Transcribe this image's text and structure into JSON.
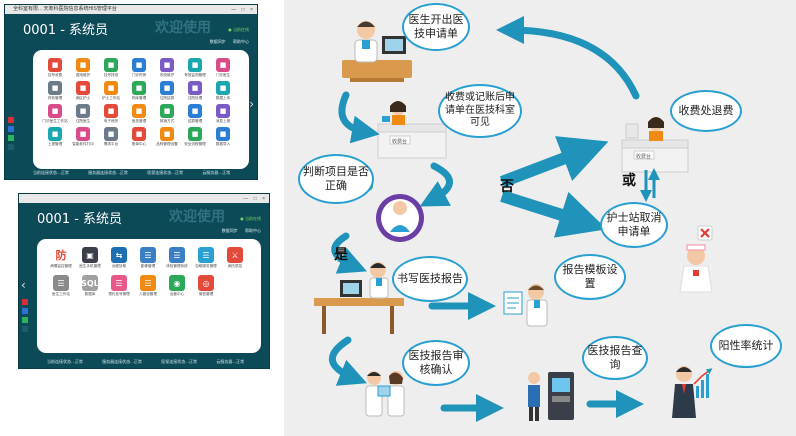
{
  "window1": {
    "titlebar": "全科室有限... 天筹科医院信息系统HIS管理平台",
    "title": "0001 - 系统员",
    "welcome": "欢迎使用",
    "online": "当前在线",
    "tool_a": "数据同步",
    "tool_b": "帮助中心",
    "apps": [
      "挂号收费",
      "费用维护",
      "挂号排班",
      "门诊药房",
      "系统维护",
      "有效监测管理",
      "门诊医生",
      "药效管理",
      "病区护士",
      "护士工作站",
      "药库管理",
      "住院结算",
      "住院处理",
      "数据上传",
      "门诊医生工作站",
      "住院医生",
      "电子病历",
      "医技管理",
      "核销方式",
      "结算管理",
      "消息上报",
      "上报管理",
      "智能软件打印",
      "需求平台",
      "账单中心",
      "品种管理设置",
      "安全流程管理",
      "数据导入"
    ],
    "status": [
      "当前连接状态...正常",
      "服务器连接状态...正常",
      "医保连接状态...正常",
      "云服务器...正常"
    ]
  },
  "window2": {
    "title": "0001 - 系统员",
    "welcome": "欢迎使用",
    "online": "当前在线",
    "tool_a": "数据同步",
    "tool_b": "帮助中心",
    "apps": [
      {
        "glyph": "防",
        "label": "病情监控管理"
      },
      {
        "glyph": "▣",
        "label": "医生手机管理"
      },
      {
        "glyph": "⇆",
        "label": "远程协助"
      },
      {
        "glyph": "☰",
        "label": "影像管理"
      },
      {
        "glyph": "☰",
        "label": "体检管理系统"
      },
      {
        "glyph": "☰",
        "label": "自助服务管理"
      },
      {
        "glyph": "⚔",
        "label": "病历质控"
      },
      {
        "glyph": "☰",
        "label": "医生工作站"
      },
      {
        "glyph": "SQL",
        "label": "数据库"
      },
      {
        "glyph": "☰",
        "label": "预约挂号管理"
      },
      {
        "glyph": "☰",
        "label": "入路径管理"
      },
      {
        "glyph": "◉",
        "label": "运营中心"
      },
      {
        "glyph": "◎",
        "label": "微信管理"
      }
    ],
    "status": [
      "当前连接状态...正常",
      "服务器连接状态...正常",
      "医保连接状态...正常",
      "云服务器...正常"
    ]
  },
  "flow": {
    "steps": {
      "doctor_request": "医生开出医技申请单",
      "charge_visible": "收费或记账后申请单在医技科室可见",
      "refund": "收费处退费",
      "judge": "判断项目是否正确",
      "nurse_cancel": "护士站取消申请单",
      "write_report": "书写医技报告",
      "template": "报告模板设置",
      "review": "医技报告审核确认",
      "query": "医技报告查询",
      "positive_rate": "阳性率统计"
    },
    "labels": {
      "no": "否",
      "or": "或",
      "yes": "是"
    },
    "counter_sign": "收费台"
  },
  "colors": {
    "arrow": "#1f93b9",
    "bubble_border": "#2a9fd1",
    "window_bg": "#0d4a57",
    "accent_red": "#e33b2f",
    "accent_orange": "#f08a12",
    "accent_green": "#2da85a"
  }
}
